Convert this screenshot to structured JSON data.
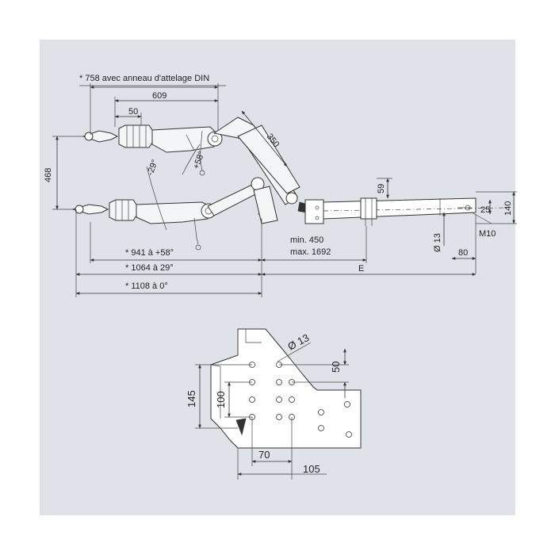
{
  "dimensions": {
    "note_din": "* 758 avec anneau d'attelage DIN",
    "d609": "609",
    "d50_top": "50",
    "d350": "350",
    "d468": "468",
    "angle_neg29": "-29°",
    "angle_pos58": "+58°",
    "d59": "59",
    "d25": "25",
    "d140": "140",
    "d_m10": "M10",
    "d_o13_side": "Ø 13",
    "d80": "80",
    "min450": "min. 450",
    "max1692": "max. 1692",
    "d941": "* 941 à +58°",
    "d1064": "* 1064 à 29°",
    "d1108": "* 1108 à 0°",
    "e_label": "E"
  },
  "plate": {
    "d_o13": "Ø 13",
    "d50": "50",
    "d145": "145",
    "d100": "100",
    "d70": "70",
    "d105": "105"
  },
  "colors": {
    "panel": "#dfe3e9",
    "line": "#333333"
  }
}
